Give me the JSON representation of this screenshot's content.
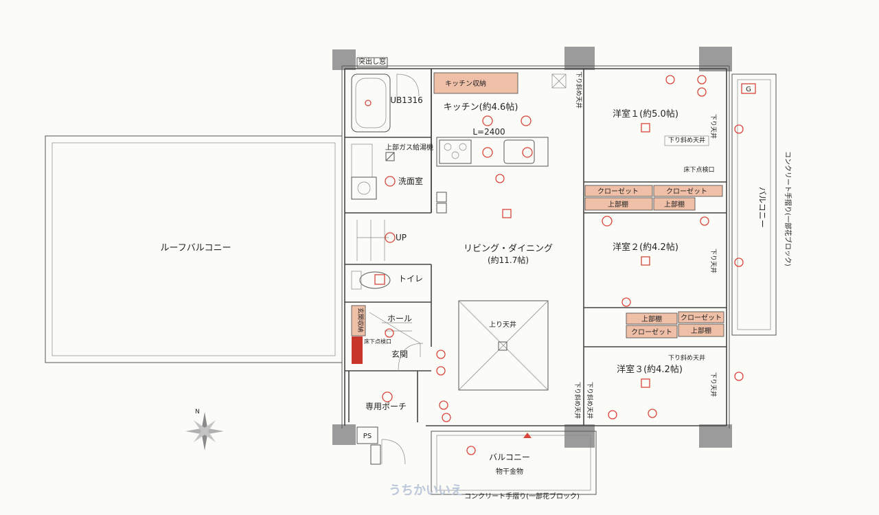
{
  "rooms": {
    "roof_balcony": "ルーフバルコニー",
    "kitchen": "キッチン(約4.6帖)",
    "kitchen_storage": "キッチン収納",
    "kitchen_length": "L=2400",
    "bath": "UB1316",
    "gas_heater": "上部ガス給湯機",
    "washroom": "洗面室",
    "up": "UP",
    "toilet": "トイレ",
    "hall": "ホール",
    "entrance": "玄関",
    "entrance_storage": "玄関収納",
    "underfloor_hatch_left": "床下点検口",
    "porch": "専用ポーチ",
    "ps": "PS",
    "living_title": "リビング・ダイニング",
    "living_size": "(約11.7帖)",
    "raised_ceiling": "上り天井",
    "western1": "洋室１(約5.0帖)",
    "western2": "洋室２(約4.2帖)",
    "western3": "洋室３(約4.2帖)",
    "closet": "クローゼット",
    "upper_shelf": "上部棚",
    "sloped_ceiling": "下り斜め天井",
    "lowered_ceiling": "下り天井",
    "underfloor_hatch_right": "床下点検口",
    "balcony_bottom": "バルコニー",
    "drying_hardware": "物干金物",
    "bottom_railing": "コンクリート手摺り(一部花ブロック)",
    "balcony_right": "バルコニー",
    "right_railing": "コンクリート手摺り(一部花ブロック)",
    "bay_window": "突出し窓",
    "g_mark": "G",
    "ps_mark": "PS"
  },
  "watermark": "うちかいいえ",
  "compass": {
    "north_label": "N"
  },
  "colors": {
    "accent_red": "#d9453a",
    "closet_fill": "#efbfa8",
    "wall": "#9b9b9b"
  }
}
